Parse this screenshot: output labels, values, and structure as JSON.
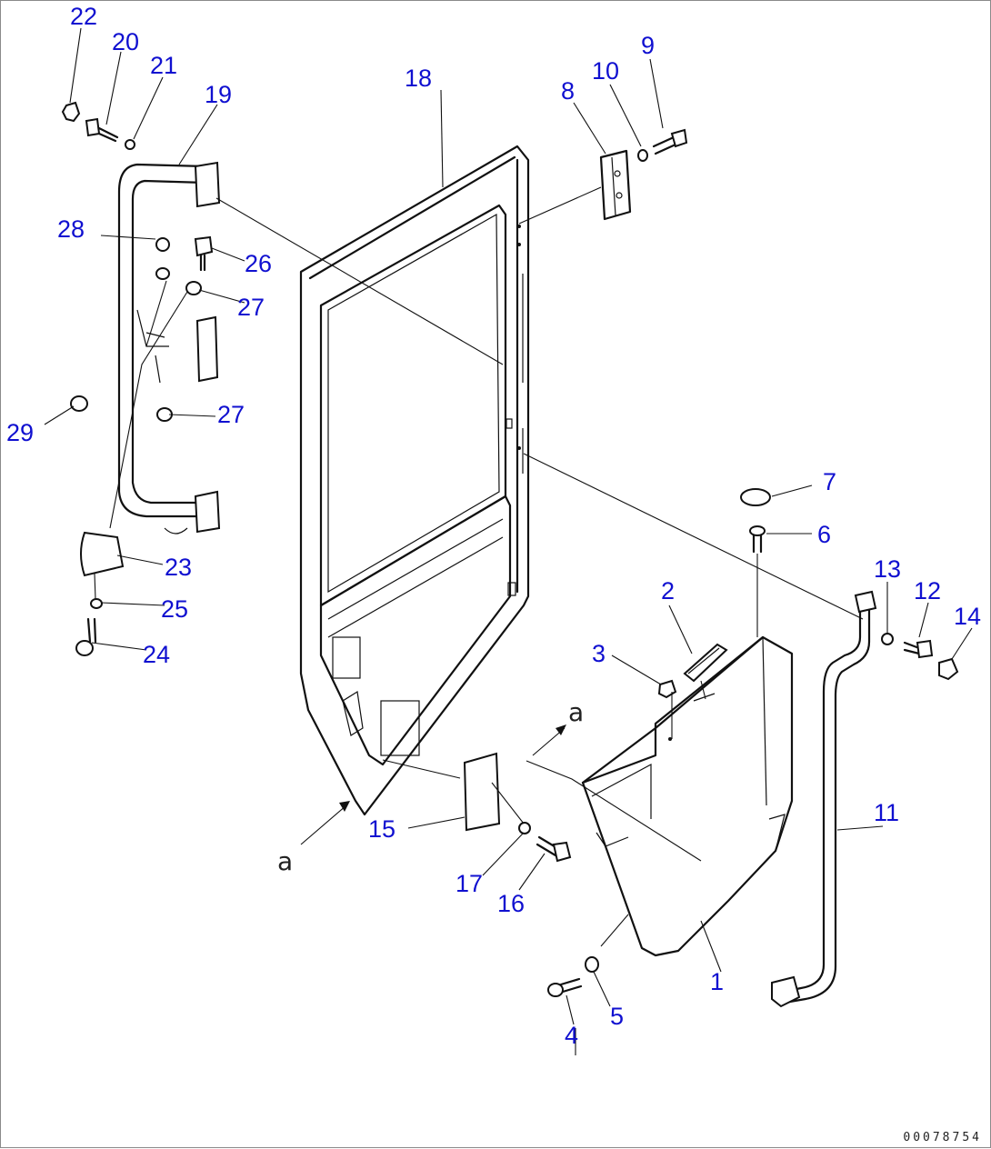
{
  "drawing_number": "00078754",
  "view_labels": [
    "a",
    "a"
  ],
  "callouts": [
    {
      "id": 1,
      "label": "1"
    },
    {
      "id": 2,
      "label": "2"
    },
    {
      "id": 3,
      "label": "3"
    },
    {
      "id": 4,
      "label": "4"
    },
    {
      "id": 5,
      "label": "5"
    },
    {
      "id": 6,
      "label": "6"
    },
    {
      "id": 7,
      "label": "7"
    },
    {
      "id": 8,
      "label": "8"
    },
    {
      "id": 9,
      "label": "9"
    },
    {
      "id": 10,
      "label": "10"
    },
    {
      "id": 11,
      "label": "11"
    },
    {
      "id": 12,
      "label": "12"
    },
    {
      "id": 13,
      "label": "13"
    },
    {
      "id": 14,
      "label": "14"
    },
    {
      "id": 15,
      "label": "15"
    },
    {
      "id": 16,
      "label": "16"
    },
    {
      "id": 17,
      "label": "17"
    },
    {
      "id": 18,
      "label": "18"
    },
    {
      "id": 19,
      "label": "19"
    },
    {
      "id": 20,
      "label": "20"
    },
    {
      "id": 21,
      "label": "21"
    },
    {
      "id": 22,
      "label": "22"
    },
    {
      "id": 23,
      "label": "23"
    },
    {
      "id": 24,
      "label": "24"
    },
    {
      "id": 25,
      "label": "25"
    },
    {
      "id": 26,
      "label": "26"
    },
    {
      "id": 27,
      "label": "27"
    },
    {
      "id": 28,
      "label": "28"
    },
    {
      "id": 29,
      "label": "29"
    },
    {
      "id": "27b",
      "label": "27"
    }
  ]
}
